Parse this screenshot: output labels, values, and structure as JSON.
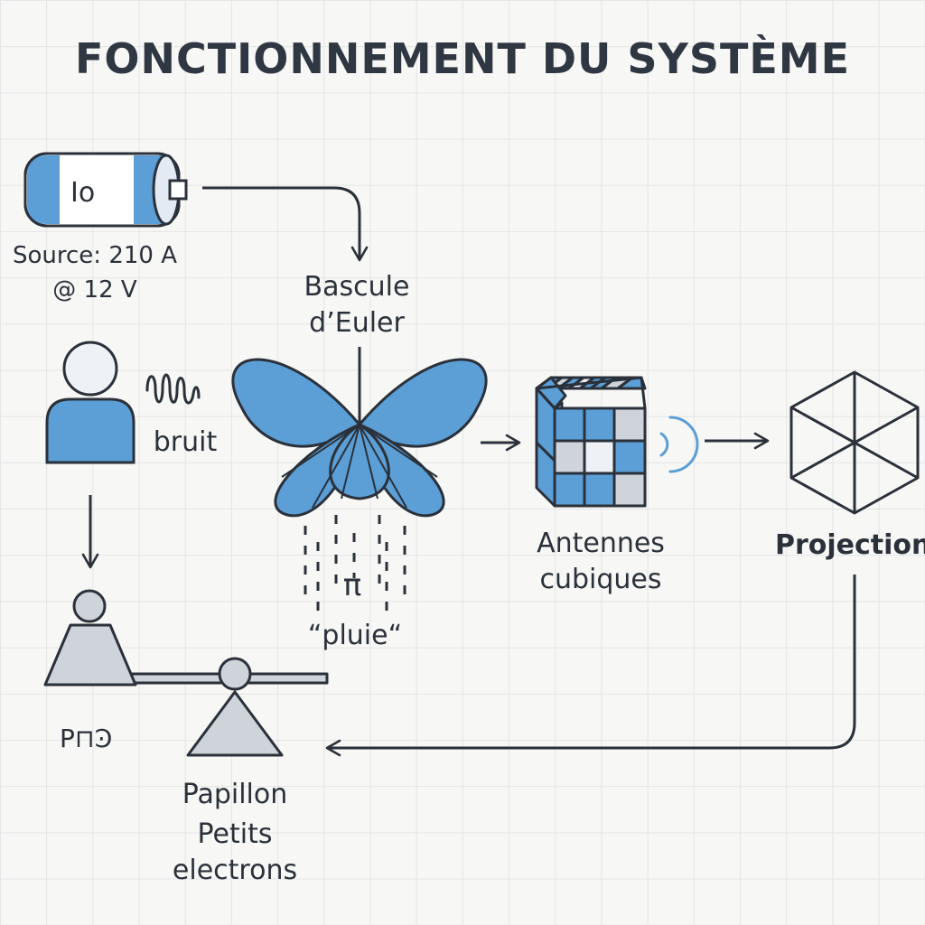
{
  "title": "FONCTIONNEMENT DU SYSTÈME",
  "battery": {
    "label": "Io",
    "source_line1": "Source: 210 A",
    "source_line2": "@ 12 V"
  },
  "person": {
    "noise_label": "bruit"
  },
  "euler_switch": {
    "line1": "Bascule",
    "line2": "d’Euler"
  },
  "rain": {
    "symbol": "π",
    "label": "“pluie“"
  },
  "antennas": {
    "line1": "Antennes",
    "line2": "cubiques"
  },
  "projection": {
    "label": "Projection"
  },
  "seesaw": {
    "left_label": "P⊓Ͽ",
    "line1": "Papillon",
    "line2": "Petits",
    "line3": "electrons"
  },
  "colors": {
    "accent_blue": "#5b9fd6",
    "outline": "#2b313a",
    "light_gray": "#cfd3da"
  }
}
